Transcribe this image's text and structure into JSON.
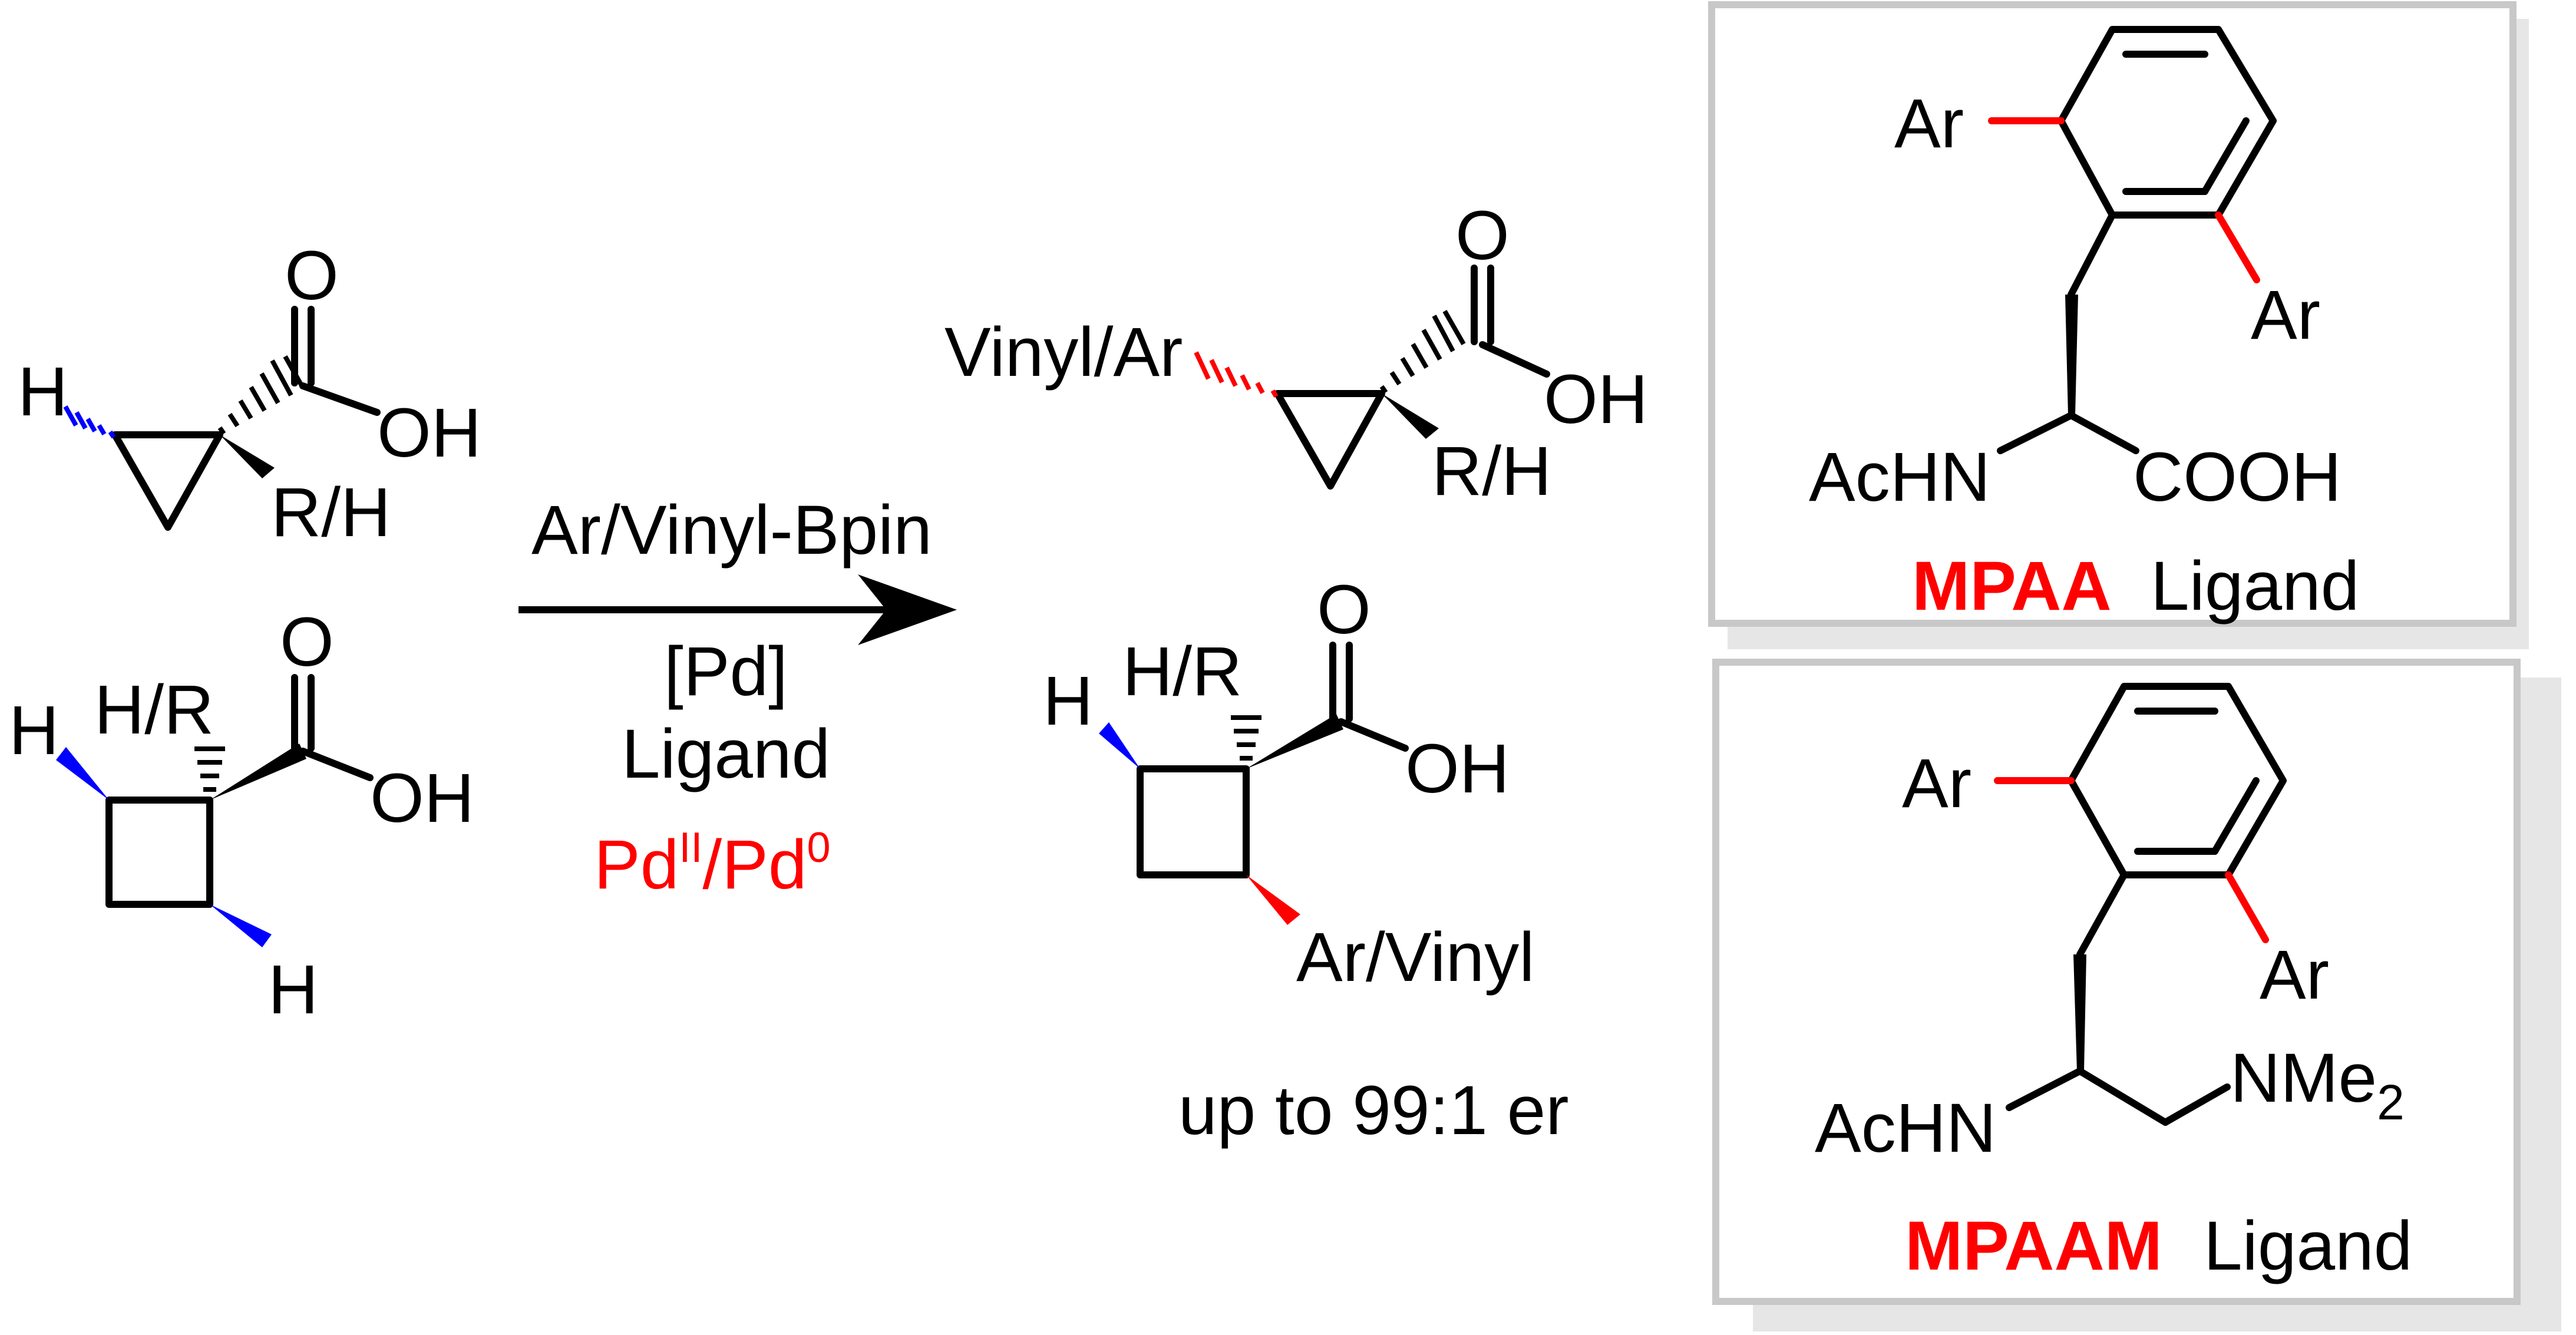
{
  "colors": {
    "text": "#000000",
    "highlight_red": "#ff0000",
    "highlight_blue": "#0000ff",
    "box_border": "#c8c8c8",
    "box_shadow": "#e6e6e6"
  },
  "reactants": {
    "cyclopropane": {
      "o_label": "O",
      "oh_label": "OH",
      "h_label": "H",
      "sub_label": "R/H"
    },
    "cyclobutane": {
      "o_label": "O",
      "oh_label": "OH",
      "h_left_label": "H",
      "h_bottom_label": "H",
      "sub_label": "H/R"
    }
  },
  "conditions": {
    "reagent": "Ar/Vinyl-Bpin",
    "catalyst": "[Pd]",
    "ligand": "Ligand",
    "cycle_pd1": "Pd",
    "cycle_sup1": "II",
    "cycle_sep": "/Pd",
    "cycle_sup2": "0"
  },
  "products": {
    "cyclopropane": {
      "subst_label": "Vinyl/Ar",
      "o_label": "O",
      "oh_label": "OH",
      "sub_label": "R/H"
    },
    "cyclobutane": {
      "h_label": "H",
      "sub_label": "H/R",
      "o_label": "O",
      "oh_label": "OH",
      "subst_label": "Ar/Vinyl"
    },
    "selectivity": "up to 99:1 er"
  },
  "ligands": {
    "mpaa": {
      "ar_top": "Ar",
      "ar_right": "Ar",
      "amine": "AcHN",
      "acid": "COOH",
      "name_highlight": "MPAA",
      "name_rest": "Ligand"
    },
    "mpaam": {
      "ar_top": "Ar",
      "ar_right": "Ar",
      "amine": "AcHN",
      "nme_main": "NMe",
      "nme_sub": "2",
      "name_highlight": "MPAAM",
      "name_rest": "Ligand"
    }
  }
}
